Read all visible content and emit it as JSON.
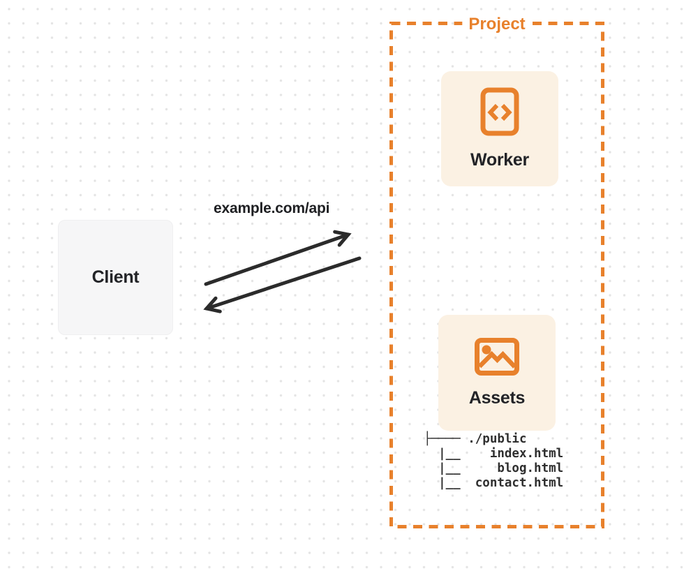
{
  "colors": {
    "accent": "#E8812C",
    "node_card_bg": "#FBF1E3",
    "client_card_bg": "#F6F6F7",
    "arrow": "#2B2B2B",
    "text_dark": "#222327",
    "dot_grid": "#E3E3E3"
  },
  "diagram": {
    "client": {
      "label": "Client"
    },
    "request_label": "example.com/api",
    "project": {
      "label": "Project",
      "nodes": [
        {
          "label": "Worker",
          "icon": "code-icon"
        },
        {
          "label": "Assets",
          "icon": "image-icon"
        }
      ],
      "file_tree_lines": [
        "├──── ./public",
        "  |__    index.html",
        "  |__     blog.html",
        "  |__  contact.html"
      ]
    }
  }
}
